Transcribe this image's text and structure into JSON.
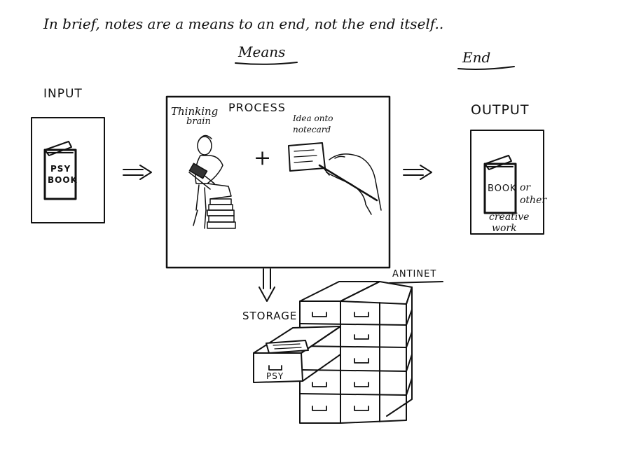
{
  "header": {
    "caption": "In brief, notes are a means to an end, not the end itself..",
    "means_label": "Means",
    "end_label": "End"
  },
  "input": {
    "title": "INPUT",
    "book_line1": "PSY",
    "book_line2": "BOOK"
  },
  "process": {
    "title": "PROCESS",
    "thinking_line1": "Thinking",
    "thinking_line2": "brain",
    "plus": "+",
    "idea_line1": "Idea onto",
    "idea_line2": "notecard"
  },
  "output": {
    "title": "OUTPUT",
    "book_label": "BOOK",
    "or_line1": "or",
    "or_line2": "other",
    "creative_line1": "creative",
    "creative_line2": "work"
  },
  "storage": {
    "title": "STORAGE",
    "antinet_label": "ANTINET",
    "drawer_label": "PSY"
  },
  "colors": {
    "ink": "#111111",
    "background": "#ffffff"
  }
}
